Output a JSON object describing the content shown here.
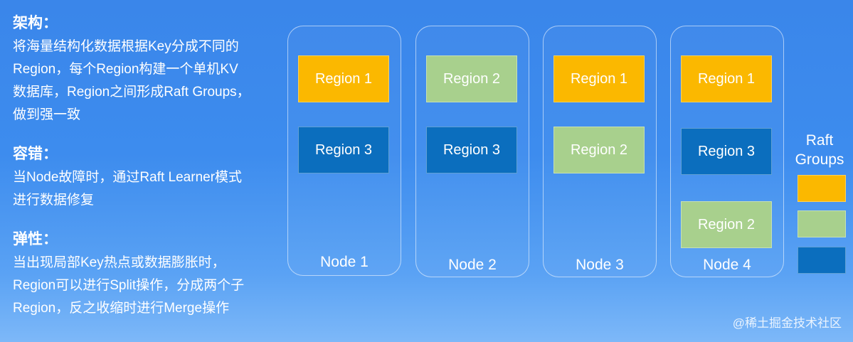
{
  "colors": {
    "region1": "#fbb800",
    "region2": "#a8d08d",
    "region3": "#0b6ebe"
  },
  "left_panel": {
    "sections": [
      {
        "heading": "架构：",
        "lines": [
          "将海量结构化数据根据Key分成不同的",
          "Region，每个Region构建一个单机KV",
          "数据库，Region之间形成Raft Groups，",
          "做到强一致"
        ]
      },
      {
        "heading": "容错：",
        "lines": [
          "当Node故障时，通过Raft Learner模式",
          "进行数据修复"
        ]
      },
      {
        "heading": "弹性：",
        "lines": [
          "当出现局部Key热点或数据膨胀时，",
          "Region可以进行Split操作，分成两个子",
          "Region，反之收缩时进行Merge操作"
        ]
      }
    ]
  },
  "nodes": [
    {
      "label": "Node 1",
      "regions": [
        {
          "label": "Region 1",
          "group": "region1"
        },
        {
          "label": "Region 3",
          "group": "region3"
        }
      ]
    },
    {
      "label": "Node 2",
      "regions": [
        {
          "label": "Region 2",
          "group": "region2"
        },
        {
          "label": "Region 3",
          "group": "region3"
        }
      ]
    },
    {
      "label": "Node 3",
      "regions": [
        {
          "label": "Region 1",
          "group": "region1"
        },
        {
          "label": "Region 2",
          "group": "region2"
        }
      ]
    },
    {
      "label": "Node 4",
      "regions": [
        {
          "label": "Region 1",
          "group": "region1"
        },
        {
          "label": "Region 3",
          "group": "region3"
        },
        {
          "label": "Region 2",
          "group": "region2"
        }
      ]
    }
  ],
  "legend": {
    "title_line1": "Raft",
    "title_line2": "Groups",
    "swatches": [
      "region1",
      "region2",
      "region3"
    ]
  },
  "watermark": "@稀土掘金技术社区"
}
